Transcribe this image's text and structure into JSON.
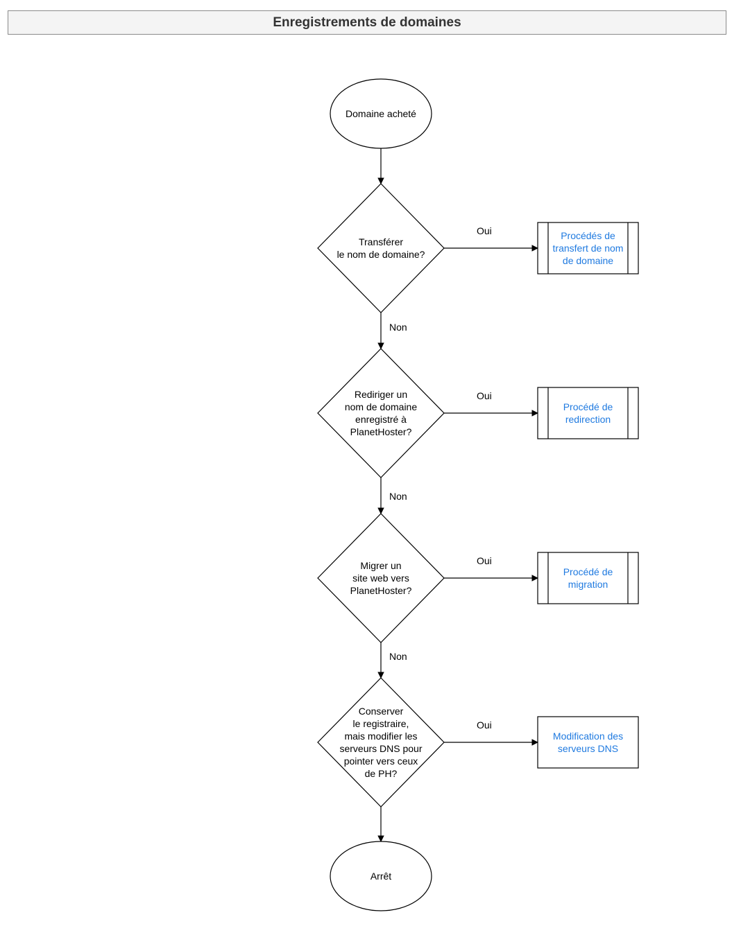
{
  "title": "Enregistrements de domaines",
  "colors": {
    "link": "#1f7ae0",
    "stroke": "#000000",
    "title_bg": "#f4f4f4"
  },
  "start": {
    "label": "Domaine acheté"
  },
  "end": {
    "label": "Arrêt"
  },
  "decisions": [
    {
      "lines": [
        "Transférer",
        "le nom de domaine?"
      ]
    },
    {
      "lines": [
        "Rediriger un",
        "nom de domaine",
        "enregistré à",
        "PlanetHoster?"
      ]
    },
    {
      "lines": [
        "Migrer un",
        "site web vers",
        "PlanetHoster?"
      ]
    },
    {
      "lines": [
        "Conserver",
        "le registraire,",
        "mais modifier les",
        "serveurs DNS pour",
        "pointer vers ceux",
        "de PH?"
      ]
    }
  ],
  "processes": [
    {
      "lines": [
        "Procédés de",
        "transfert de nom",
        "de domaine"
      ],
      "subprocess": true
    },
    {
      "lines": [
        "Procédé de",
        "redirection"
      ],
      "subprocess": true
    },
    {
      "lines": [
        "Procédé de",
        "migration"
      ],
      "subprocess": true
    },
    {
      "lines": [
        "Modification des",
        "serveurs DNS"
      ],
      "subprocess": false
    }
  ],
  "edge_labels": {
    "yes": "Oui",
    "no": "Non"
  }
}
